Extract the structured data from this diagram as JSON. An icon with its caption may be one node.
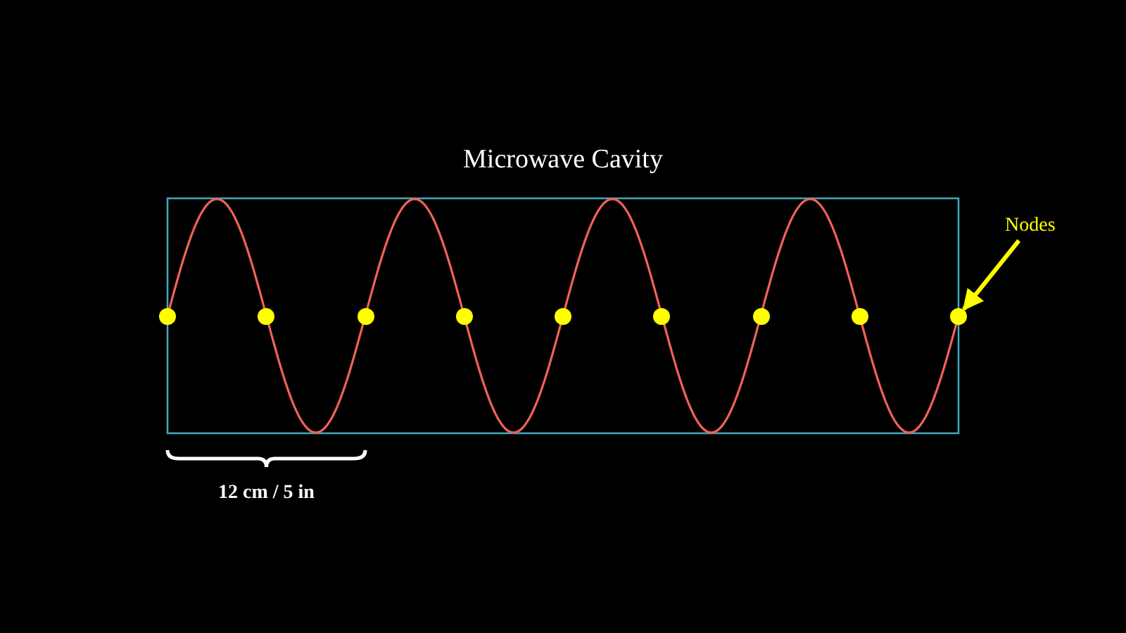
{
  "diagram": {
    "title": "Microwave Cavity",
    "nodes": [
      {
        "text": [],
        "shape": "circle"
      },
      {
        "text": [],
        "shape": "circle"
      },
      {
        "text": [],
        "shape": "circle"
      },
      {
        "text": [],
        "shape": "circle"
      },
      {
        "text": [],
        "shape": "circle"
      },
      {
        "text": [],
        "shape": "circle"
      },
      {
        "text": [],
        "shape": "circle"
      },
      {
        "text": [],
        "shape": "circle"
      },
      {
        "text": [],
        "shape": "circle"
      },
      {
        "text": [
          "Nodes"
        ]
      }
    ],
    "edges": [
      {
        "from": 9,
        "to": 8,
        "arrow": "to"
      }
    ],
    "labels": [
      "12 cm / 5 in"
    ]
  }
}
